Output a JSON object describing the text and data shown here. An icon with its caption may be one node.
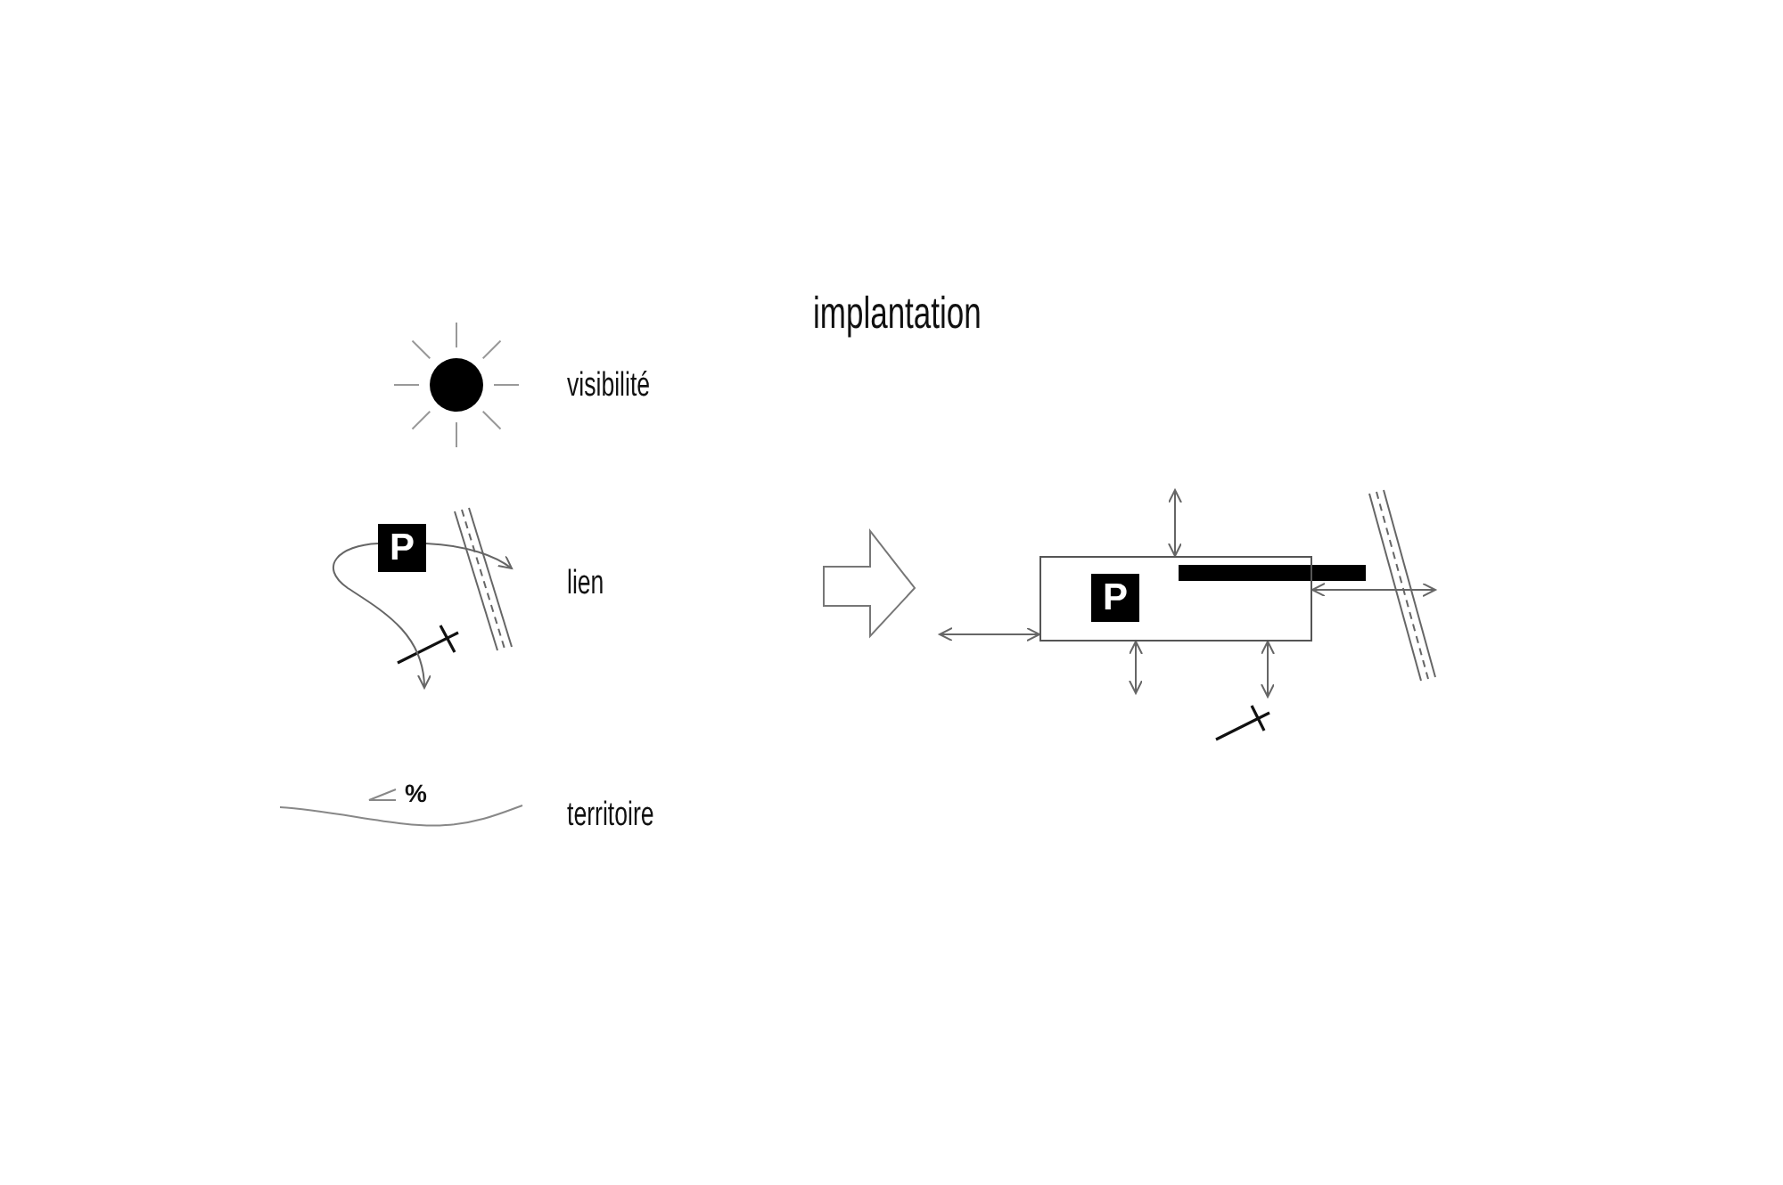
{
  "diagram": {
    "title": "implantation",
    "nodes": [
      {
        "text": [
          "P"
        ]
      },
      {
        "text": [],
        "shape": "road"
      },
      {
        "text": [],
        "shape": "box"
      },
      {
        "text": [
          "P"
        ],
        "in": 2
      },
      {
        "text": [],
        "shape": "road"
      }
    ],
    "edges": [
      {
        "from": 0,
        "to": 1,
        "arrow": "to"
      },
      {
        "from": 0,
        "to": null,
        "arrow": "to"
      },
      {
        "from": 2,
        "to": null,
        "arrow": "both"
      },
      {
        "from": 2,
        "to": 4,
        "arrow": "both"
      },
      {
        "from": 2,
        "to": null,
        "arrow": "both"
      },
      {
        "from": 2,
        "to": null,
        "arrow": "both"
      },
      {
        "from": 2,
        "to": null,
        "arrow": "both"
      }
    ],
    "labels": [
      "visibilité",
      "lien",
      "%",
      "territoire"
    ]
  }
}
